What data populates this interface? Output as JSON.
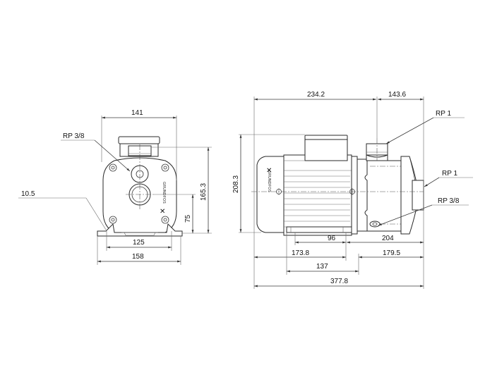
{
  "drawing": {
    "type": "pump dimensional drawing",
    "views": [
      "front-view",
      "side-view"
    ],
    "brand_mark": "GRUNDFOS"
  },
  "front_view": {
    "dimensions": {
      "overall_width": "141",
      "foot_hole_spacing": "125",
      "foot_width": "158",
      "height_to_top": "165.3",
      "shaft_height": "75",
      "foot_offset": "10.5"
    },
    "callouts": {
      "drain_plug": "RP 3/8"
    }
  },
  "side_view": {
    "dimensions": {
      "motor_length": "234.2",
      "pump_head_length": "143.6",
      "overall_height": "208.3",
      "foot_spacing_inner": "96",
      "outlet_to_end": "204",
      "motor_to_pump_flange": "173.8",
      "pump_flange_to_end": "179.5",
      "foot_spacing": "137",
      "overall_length": "377.8"
    },
    "callouts": {
      "outlet": "RP 1",
      "inlet": "RP 1",
      "drain": "RP 3/8"
    }
  },
  "colors": {
    "line": "#3a3a3a",
    "background": "#ffffff",
    "text": "#111111"
  }
}
